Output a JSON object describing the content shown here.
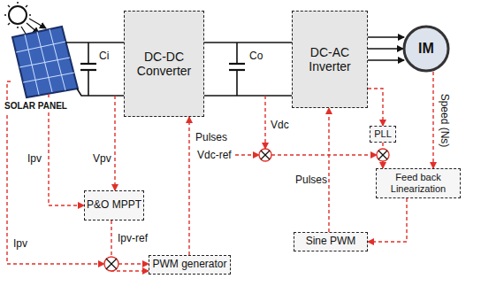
{
  "diagram": {
    "nodes": [
      {
        "text": [
          "DC-DC Converter"
        ]
      },
      {
        "text": [
          "DC-AC Inverter"
        ]
      },
      {
        "text": [
          "IM"
        ]
      },
      {
        "text": [
          "P&O MPPT"
        ]
      },
      {
        "text": [
          "PLL"
        ]
      },
      {
        "text": [
          "Feed back Linearization"
        ]
      },
      {
        "text": [
          "Sine PWM"
        ]
      },
      {
        "text": [
          "PWM generator"
        ]
      }
    ],
    "edges": [
      {
        "from": 0,
        "to": 1,
        "arrow": "none"
      },
      {
        "from": 1,
        "to": 2,
        "arrow": "to"
      },
      {
        "from": 7,
        "to": 0,
        "arrow": "to"
      },
      {
        "from": 3,
        "to": 7,
        "arrow": "to"
      },
      {
        "from": 6,
        "to": 1,
        "arrow": "to"
      },
      {
        "from": 1,
        "to": 4,
        "arrow": "to"
      },
      {
        "from": 4,
        "to": 5,
        "arrow": "to"
      },
      {
        "from": 2,
        "to": 5,
        "arrow": "to"
      },
      {
        "from": 5,
        "to": 6,
        "arrow": "to"
      }
    ],
    "labels": [
      "SOLAR PANEL",
      "Ci",
      "Co",
      "Ipv",
      "Vpv",
      "Ipv",
      "Ipv-ref",
      "Pulses",
      "Vdc",
      "Vdc-ref",
      "Pulses",
      "Speed (Ns)"
    ]
  }
}
